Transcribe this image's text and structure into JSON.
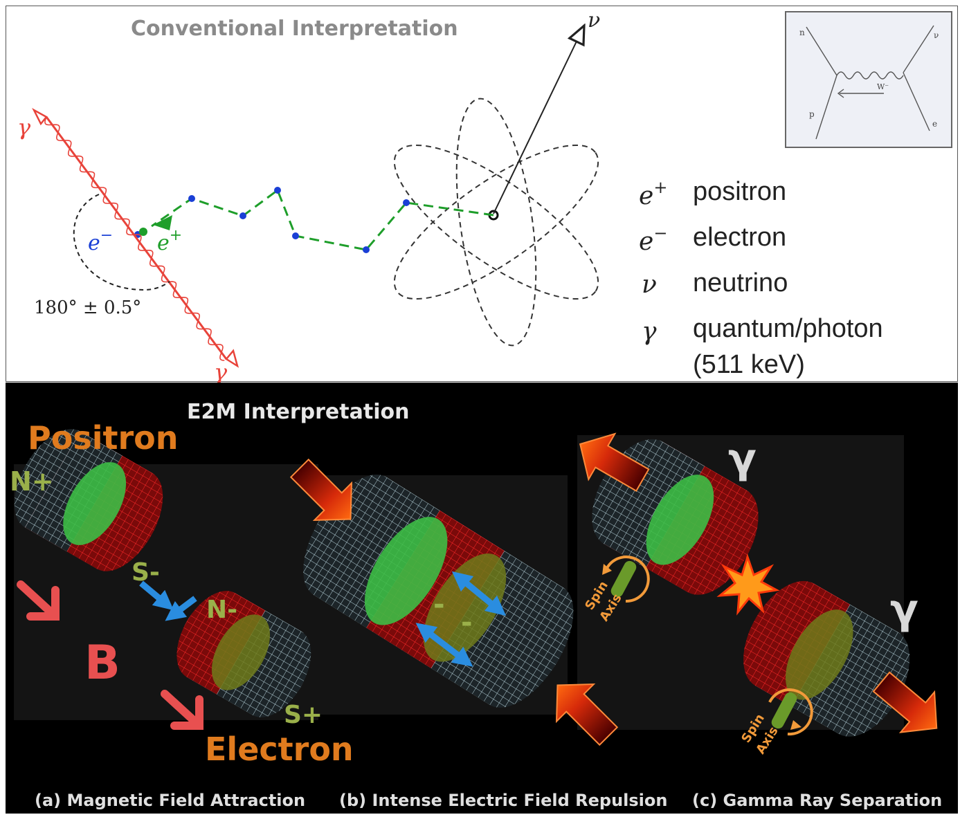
{
  "conventional": {
    "title": "Conventional Interpretation",
    "labels": {
      "gamma_top": "γ",
      "gamma_bottom": "γ",
      "nu": "ν",
      "e_minus": "e⁻",
      "e_plus": "e⁺",
      "angle": "180° ± 0.5°"
    },
    "legend": [
      {
        "symbol": "e⁺",
        "text": "positron"
      },
      {
        "symbol": "e⁻",
        "text": "electron"
      },
      {
        "symbol": "ν",
        "text": "neutrino"
      },
      {
        "symbol": "γ",
        "text": "quantum/photon"
      },
      {
        "symbol": "",
        "text": "(511 keV)"
      }
    ],
    "feynman": {
      "n": "n",
      "p": "p",
      "nu": "ν",
      "e": "e",
      "w": "W⁻"
    }
  },
  "e2m": {
    "title": "E2M Interpretation",
    "positron": "Positron",
    "electron": "Electron",
    "n_plus": "N+",
    "s_minus": "S-",
    "n_minus": "N-",
    "s_plus": "S+",
    "b_field": "B",
    "minus_a": "-",
    "minus_b": "-",
    "gamma_1": "γ",
    "gamma_2": "γ",
    "spin_axis_1": [
      "Spin",
      "Axis"
    ],
    "spin_axis_2": [
      "Spin",
      "Axis"
    ],
    "captions": [
      "(a) Magnetic Field Attraction",
      "(b) Intense Electric Field Repulsion",
      "(c) Gamma Ray Separation"
    ]
  },
  "colors": {
    "red_photon": "#e8433a",
    "green_path": "#1e9e2a",
    "blue_dot": "#1a3fd6",
    "orange_text": "#e07b1e",
    "olive_text": "#9ab04a",
    "arrow_blue": "#2a8de0"
  }
}
